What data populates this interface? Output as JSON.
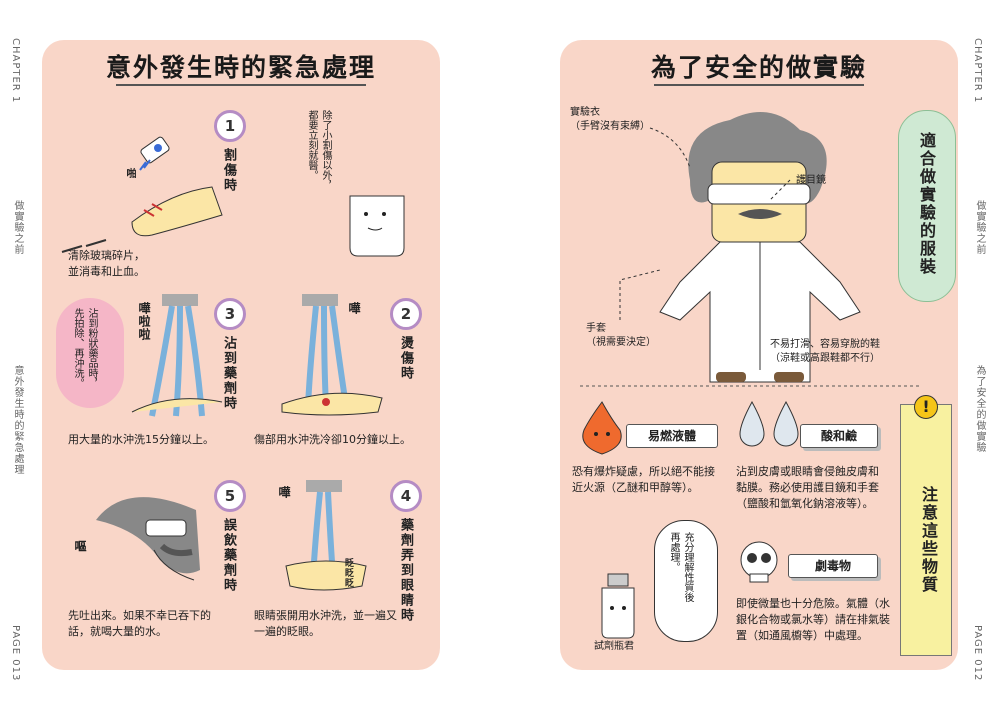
{
  "left_page": {
    "title": "意外發生時的緊急處理",
    "side_chapter": "CHAPTER 1",
    "side_section": "做實驗之前",
    "side_topic": "意外發生時的緊急處理",
    "page_number": "PAGE 013",
    "items": [
      {
        "number": "1",
        "label": "割傷時",
        "caption": [
          "清除玻璃碎片，",
          "並消毒和止血。"
        ]
      },
      {
        "number": "2",
        "label": "燙傷時",
        "caption": [
          "傷部用水沖洗冷卻10分鐘以上。"
        ]
      },
      {
        "number": "3",
        "label": "沾到藥劑時",
        "caption": [
          "用大量的水沖洗15分鐘以上。"
        ]
      },
      {
        "number": "4",
        "label": "藥劑弄到眼睛時",
        "caption": [
          "眼睛張開用水沖洗，並一遍又",
          "一遍的眨眼。"
        ]
      },
      {
        "number": "5",
        "label": "誤飲藥劑時",
        "caption": [
          "先吐出來。如果不幸已吞下的",
          "話，就喝大量的水。"
        ]
      }
    ],
    "note_cut": [
      "除了小割傷以外，",
      "都要立刻就醫。"
    ],
    "note_powder": [
      "沾到粉狀藥品時，",
      "先拍除、再沖洗。"
    ],
    "sfx": {
      "cut": "啪",
      "water3": "嘩啦啦",
      "water2": "嘩",
      "water4": "嘩",
      "drink": "嘔",
      "eye": "眨眨眨"
    }
  },
  "right_page": {
    "title": "為了安全的做實驗",
    "side_chapter": "CHAPTER 1",
    "side_section": "做實驗之前",
    "side_topic": "為了安全的做實驗",
    "page_number": "PAGE 012",
    "clothing_title": "適合做實驗的服裝",
    "labels": {
      "coat": [
        "實驗衣",
        "（手臂沒有束縛）"
      ],
      "goggles": "護目鏡",
      "gloves": [
        "手套",
        "（視需要決定）"
      ],
      "shoes": [
        "不易打滑、容易穿脫的鞋",
        "（涼鞋或高跟鞋都不行）"
      ]
    },
    "caution_title": "注意這些物質",
    "hazards": [
      {
        "name": "易燃液體",
        "text": [
          "恐有爆炸疑慮，所以絕不能接",
          "近火源（乙醚和甲醇等）。"
        ]
      },
      {
        "name": "酸和鹼",
        "text": [
          "沾到皮膚或眼睛會侵蝕皮膚和",
          "黏膜。務必使用護目鏡和手套",
          "（鹽酸和氫氧化鈉溶液等）。"
        ]
      },
      {
        "name": "劇毒物",
        "text": [
          "即使微量也十分危險。氣體（水",
          "銀化合物或氯水等）請在排氣裝",
          "置（如通風櫥等）中處理。"
        ]
      }
    ],
    "bottle_label": "試劑瓶君",
    "speech": [
      "充分理解性質後",
      "再處理。"
    ],
    "warning_mark": "!"
  }
}
